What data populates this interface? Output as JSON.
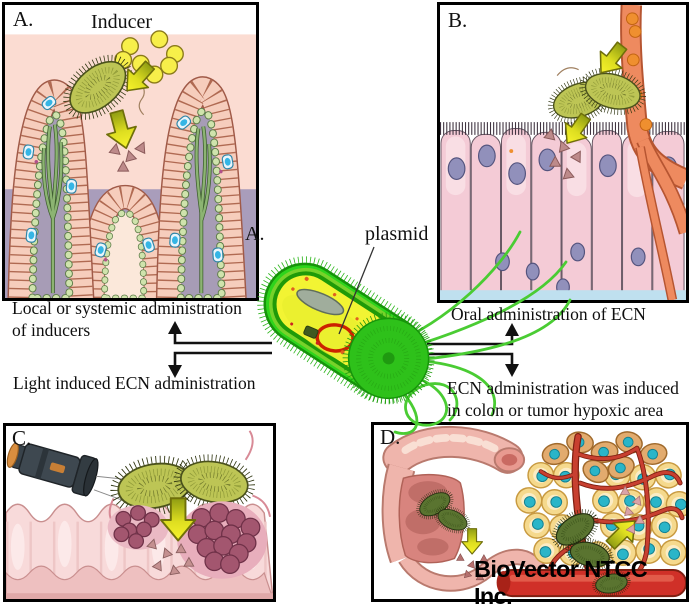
{
  "figure": {
    "panels": {
      "a": {
        "label": "A.",
        "title": "Inducer",
        "caption_line1": "Local or systemic administration",
        "caption_line2": "of inducers"
      },
      "b": {
        "label": "B.",
        "caption": "Oral administration of ECN"
      },
      "c": {
        "label": "C.",
        "caption": "Light induced ECN administration"
      },
      "d": {
        "label": "D.",
        "caption_line1": "ECN administration was induced",
        "caption_line2": "in colon or tumor hypoxic area"
      }
    },
    "center": {
      "plasmid_label": "plasmid",
      "stray_panel_label": "A."
    },
    "watermark": "BioVector NTCC Inc.",
    "colors": {
      "bacterium_green": "#2ed41c",
      "bacterium_cytoplasm_yellow": "#f2f433",
      "plasmid_ring_red": "#cc2200",
      "flagella_green": "#4acc33",
      "induction_arrow_yellow": "#f2ef25",
      "fuzzy_bacterium_olive": "#bdc555",
      "mucosa_pink": "#fbdcd2",
      "submucosa_lavender": "#a99dbb",
      "goblet_cell_blue": "#35b5e5",
      "epithelial_cell_pink": "#f4cbd6",
      "nucleus_purple": "#9190bb",
      "blood_vessel_salmon": "#ee8a5f",
      "tumor_maroon": "#a3566f",
      "tumor_cell_yellow": "#f5d98d",
      "tumor_nucleus_cyan": "#2ab5c8",
      "vessel_red": "#c84030",
      "inducer_molecule_yellow": "#f7ef4a"
    }
  }
}
